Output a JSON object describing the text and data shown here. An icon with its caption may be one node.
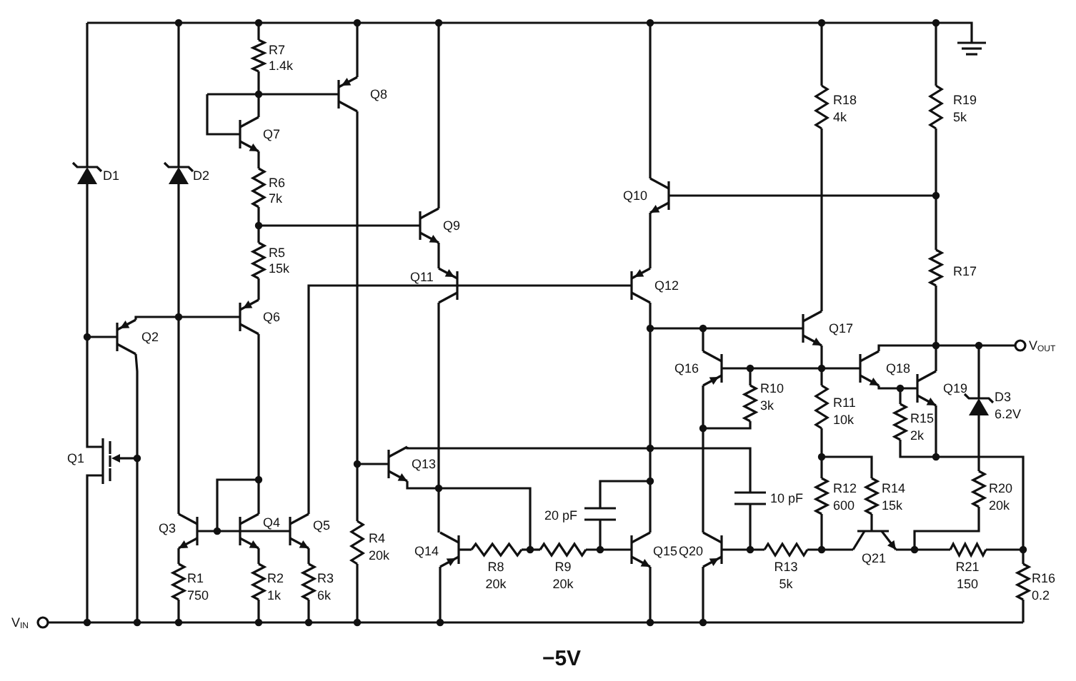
{
  "diagram": {
    "labels": [
      "R7",
      "1.4k",
      "R18",
      "4k",
      "R19",
      "5k",
      "Q8",
      "Q7",
      "D1",
      "D2",
      "R6",
      "7k",
      "Q10",
      "Q9",
      "R5",
      "15k",
      "R17",
      "Q11",
      "Q12",
      "Q6",
      "Q17",
      "Q2",
      "V$_{OUT}$",
      "Q16",
      "Q18",
      "R10",
      "3k",
      "Q19",
      "R11",
      "10k",
      "D3",
      "6.2V",
      "R15",
      "2k",
      "Q1",
      "Q13",
      "R12",
      "600",
      "R14",
      "15k",
      "R20",
      "20k",
      "10 pF",
      "20 pF",
      "Q3",
      "Q4",
      "Q5",
      "R4",
      "20k",
      "Q14",
      "Q15",
      "Q20",
      "Q21",
      "R8",
      "20k",
      "R9",
      "20k",
      "R13",
      "5k",
      "R21",
      "150",
      "R1",
      "750",
      "R2",
      "1k",
      "R3",
      "6k",
      "R16",
      "0.2",
      "V$_{IN}$",
      "−5V"
    ]
  }
}
